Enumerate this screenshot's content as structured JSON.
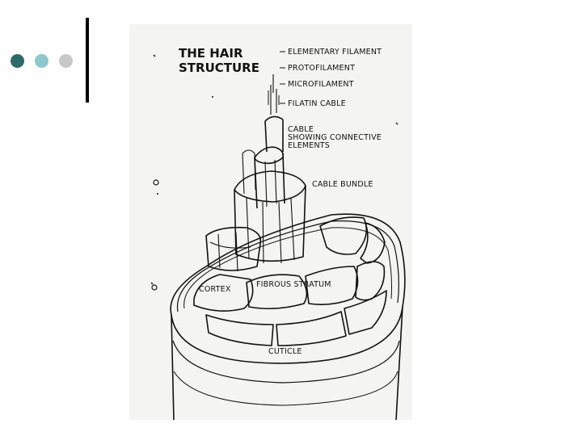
{
  "slide": {
    "dots": [
      {
        "name": "dot-dark-teal",
        "color": "#2f6a6a"
      },
      {
        "name": "dot-light-teal",
        "color": "#8ec8cf"
      },
      {
        "name": "dot-light-gray",
        "color": "#c8c8c8"
      }
    ]
  },
  "diagram": {
    "title_line1": "THE HAIR",
    "title_line2": "STRUCTURE",
    "labels": {
      "elementary_filament": "ELEMENTARY FILAMENT",
      "protofilament": "PROTOFILAMENT",
      "microfilament": "MICROFILAMENT",
      "filatin_cable": "FILATIN CABLE",
      "cable_line1": "CABLE",
      "cable_line2": "SHOWING CONNECTIVE",
      "cable_line3": "ELEMENTS",
      "cable_bundle": "CABLE BUNDLE",
      "cortex": "CORTEX",
      "fibrous_stratum": "FIBROUS STRATUM",
      "cuticle": "CUTICLE"
    }
  }
}
